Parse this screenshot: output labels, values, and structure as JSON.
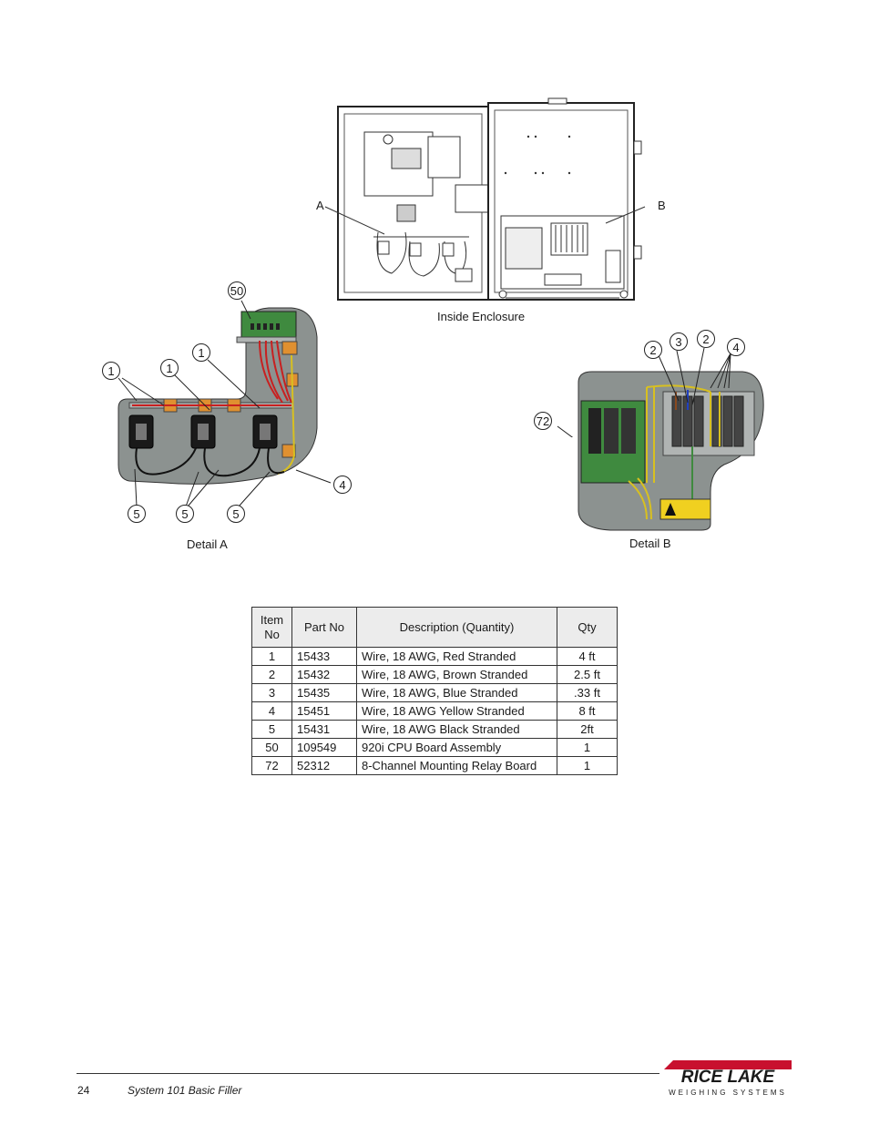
{
  "figure": {
    "overview_caption": "Inside Enclosure",
    "overview_markers": [
      "A",
      "B"
    ],
    "detail_a_caption": "Detail A",
    "detail_b_caption": "Detail B",
    "detail_a_callouts": [
      "50",
      "1",
      "1",
      "1",
      "4",
      "5",
      "5",
      "5"
    ],
    "detail_b_callouts": [
      "2",
      "3",
      "2",
      "4",
      "72"
    ]
  },
  "table": {
    "headers": [
      "Item\nNo",
      "Part No",
      "Description (Quantity)",
      "Qty"
    ],
    "header_item_line1": "Item",
    "header_item_line2": "No",
    "rows": [
      [
        "1",
        "15433",
        "Wire, 18 AWG, Red Stranded",
        "4 ft"
      ],
      [
        "2",
        "15432",
        "Wire, 18 AWG, Brown Stranded",
        "2.5 ft"
      ],
      [
        "3",
        "15435",
        "Wire, 18 AWG, Blue Stranded",
        ".33 ft"
      ],
      [
        "4",
        "15451",
        "Wire, 18 AWG Yellow Stranded",
        "8 ft"
      ],
      [
        "5",
        "15431",
        "Wire, 18 AWG Black Stranded",
        "2ft"
      ],
      [
        "50",
        "109549",
        "920i CPU Board Assembly",
        "1"
      ],
      [
        "72",
        "52312",
        "8-Channel Mounting Relay Board",
        "1"
      ]
    ]
  },
  "footer": {
    "page_number": "24",
    "doc_title": "System 101 Basic Filler",
    "logo_title": "RICE LAKE",
    "logo_subtitle": "WEIGHING SYSTEMS"
  },
  "colors": {
    "brand_red": "#c8102e",
    "detail_gray": "#8c9290",
    "board_green": "#3f8a3f",
    "wire_red": "#c82020",
    "wire_yellow": "#d8c020",
    "bracket_orange": "#e09030"
  }
}
